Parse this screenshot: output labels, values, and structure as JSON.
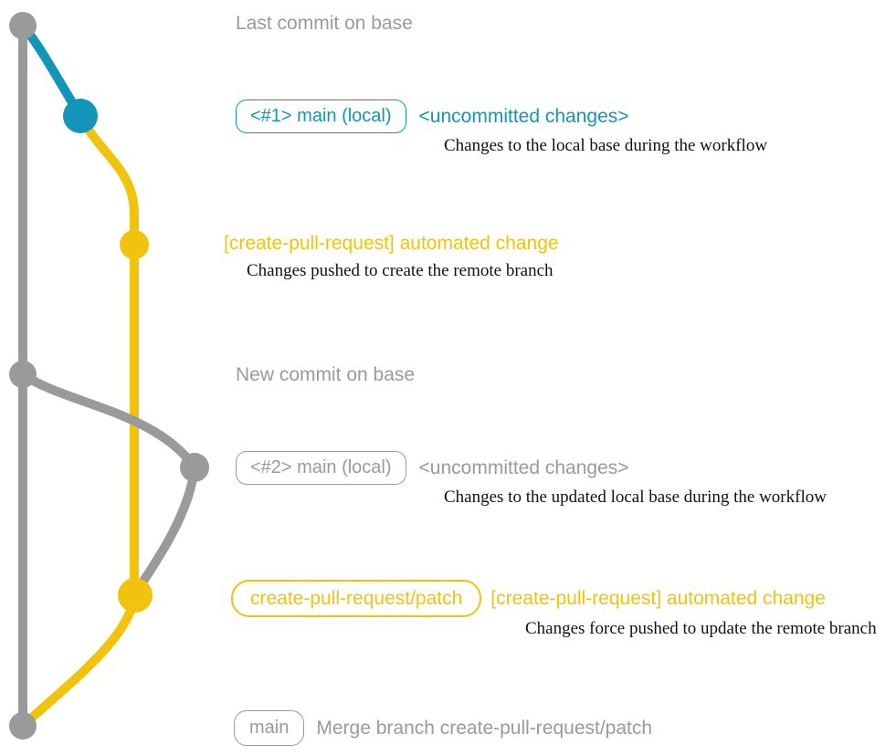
{
  "colors": {
    "gray": "#9a9a9a",
    "teal": "#1295b8",
    "yellow": "#f2c30d",
    "ink": "#111111"
  },
  "rows": {
    "r1": {
      "title": "Last commit on base"
    },
    "r2": {
      "badge": "<#1> main (local)",
      "title": "<uncommitted changes>",
      "desc": "Changes to the local base during the workflow"
    },
    "r3": {
      "title": "[create-pull-request] automated change",
      "desc": "Changes pushed to create the remote branch"
    },
    "r4": {
      "title": "New commit on base"
    },
    "r5": {
      "badge": "<#2> main (local)",
      "title": "<uncommitted changes>",
      "desc": "Changes to the updated local base during the workflow"
    },
    "r6": {
      "badge": "create-pull-request/patch",
      "title": "[create-pull-request] automated change",
      "desc": "Changes force pushed to update the remote branch"
    },
    "r7": {
      "badge": "main",
      "title": "Merge branch create-pull-request/patch"
    }
  }
}
